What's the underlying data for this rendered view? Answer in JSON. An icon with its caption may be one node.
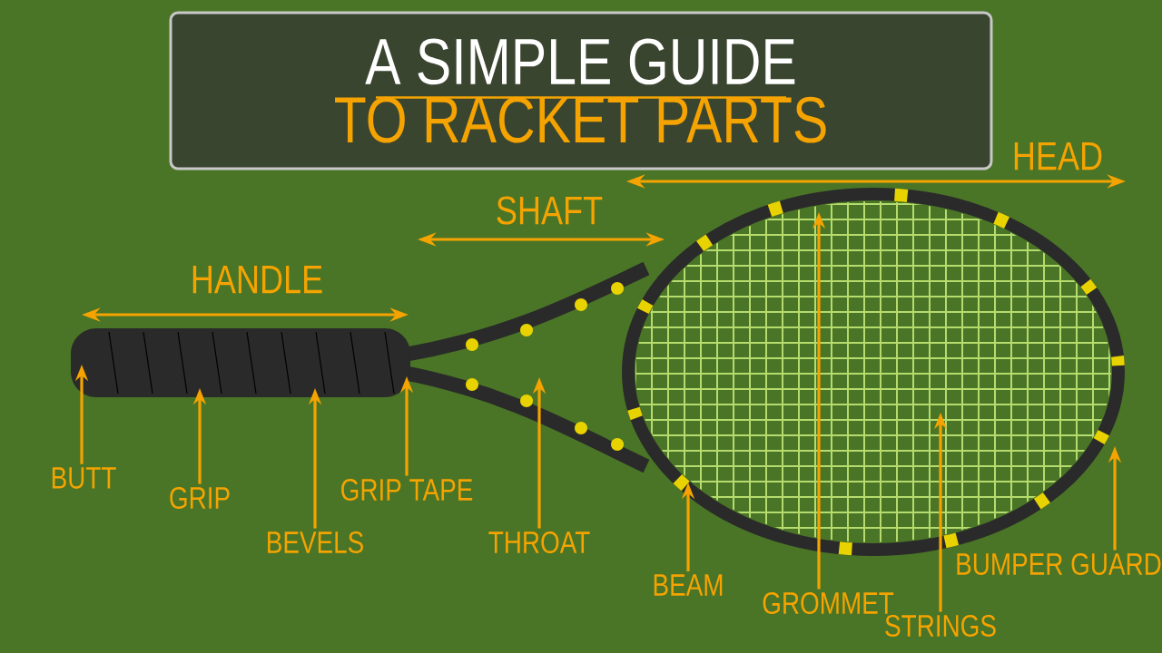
{
  "diagram": {
    "nodes": [
      {
        "text": [
          "A SIMPLE GUIDE",
          "TO RACKET PARTS"
        ]
      },
      {
        "text": [
          "BUTT"
        ]
      },
      {
        "text": [
          "GRIP"
        ]
      },
      {
        "text": [
          "BEVELS"
        ]
      },
      {
        "text": [
          "GRIP TAPE"
        ]
      },
      {
        "text": [
          "THROAT"
        ]
      },
      {
        "text": [
          "BEAM"
        ]
      },
      {
        "text": [
          "GROMMET"
        ]
      },
      {
        "text": [
          "STRINGS"
        ]
      },
      {
        "text": [
          "BUMPER GUARD"
        ]
      }
    ],
    "edges": [
      {
        "from": 1,
        "to": null,
        "arrow": "to"
      },
      {
        "from": 2,
        "to": null,
        "arrow": "to"
      },
      {
        "from": 3,
        "to": null,
        "arrow": "to"
      },
      {
        "from": 4,
        "to": null,
        "arrow": "to"
      },
      {
        "from": 5,
        "to": null,
        "arrow": "to"
      },
      {
        "from": 6,
        "to": null,
        "arrow": "to"
      },
      {
        "from": 7,
        "to": null,
        "arrow": "to"
      },
      {
        "from": 8,
        "to": null,
        "arrow": "to"
      },
      {
        "from": 9,
        "to": null,
        "arrow": "to"
      }
    ],
    "labels": [
      "HEAD",
      "SHAFT",
      "HANDLE"
    ]
  }
}
